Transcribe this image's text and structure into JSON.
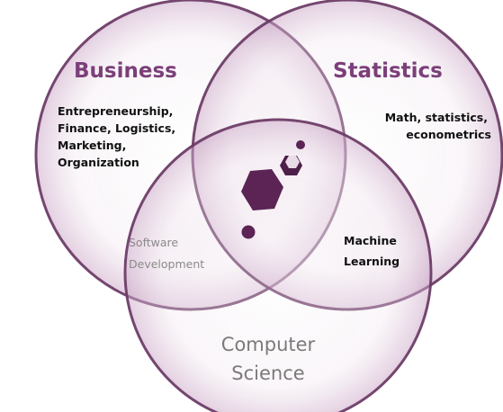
{
  "circles": {
    "business": {
      "title": "Business",
      "lines": [
        "Entrepreneurship,",
        "Finance, Logistics,",
        "Marketing,",
        "Organization"
      ]
    },
    "statistics": {
      "title": "Statistics",
      "lines": [
        "Math, statistics,",
        "econometrics"
      ]
    },
    "computer_science": {
      "title_lines": [
        "Computer",
        "Science"
      ]
    }
  },
  "overlaps": {
    "software_development": [
      "Software",
      "Development"
    ],
    "machine_learning": [
      "Machine",
      "Learning"
    ]
  },
  "center": {
    "icon": "hexagon-cluster-icon"
  },
  "colors": {
    "circle_stroke": "#6d3d68",
    "title_purple": "#7b3f79",
    "center_dark": "#5b2455",
    "muted_text": "#8a8a8a"
  }
}
